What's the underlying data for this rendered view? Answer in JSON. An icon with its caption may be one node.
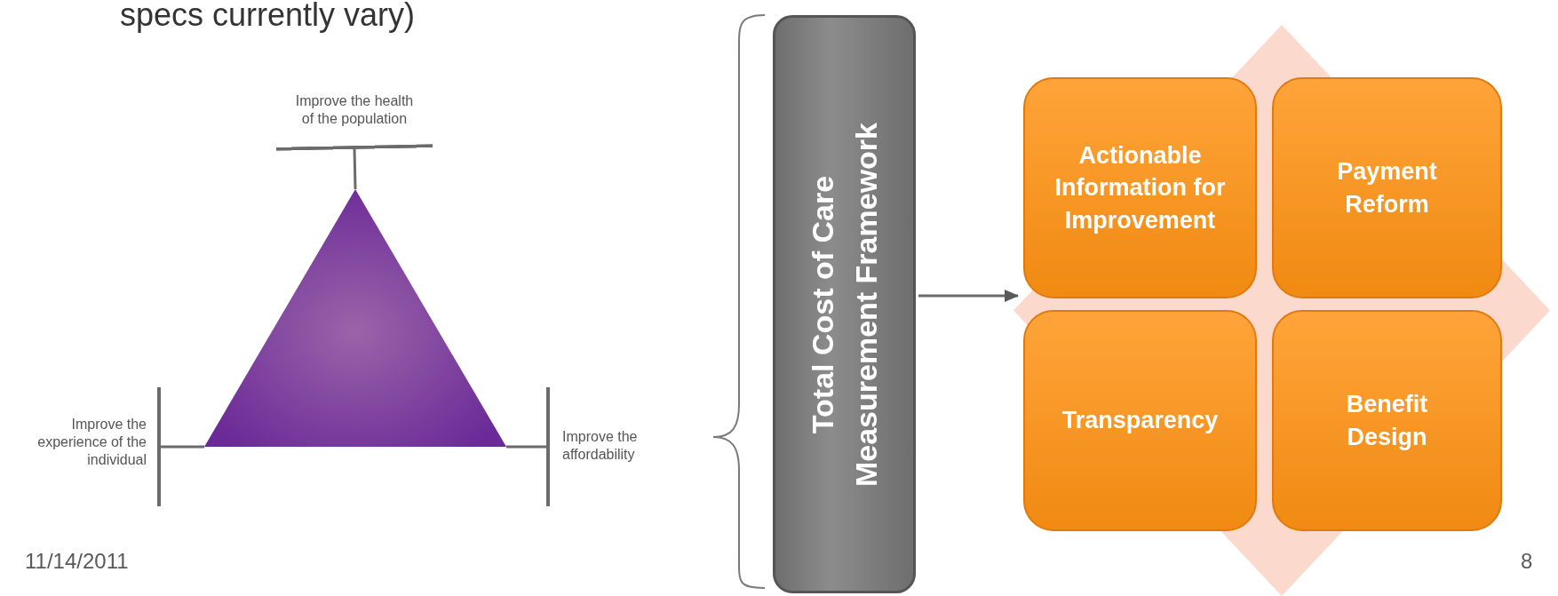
{
  "diagram": {
    "title": "specs currently vary)",
    "nodes": [
      {
        "text": [],
        "shape": "triangle"
      },
      {
        "text": [
          "Improve the health of the population"
        ]
      },
      {
        "text": [
          "Improve the experience of the individual"
        ]
      },
      {
        "text": [
          "Improve the affordability"
        ]
      },
      {
        "text": [
          "Total Cost of Care Measurement Framework"
        ]
      },
      {
        "text": [],
        "shape": "diamond"
      },
      {
        "text": [
          "Actionable Information for Improvement"
        ],
        "in": 5
      },
      {
        "text": [
          "Payment Reform"
        ],
        "in": 5
      },
      {
        "text": [
          "Transparency"
        ],
        "in": 5
      },
      {
        "text": [
          "Benefit Design"
        ],
        "in": 5
      }
    ],
    "edges": [
      {
        "from": 0,
        "to": 1,
        "arrow": "other"
      },
      {
        "from": 0,
        "to": 2,
        "arrow": "other"
      },
      {
        "from": 0,
        "to": 3,
        "arrow": "other"
      },
      {
        "from": 4,
        "to": 5,
        "arrow": "to"
      }
    ],
    "labels": [
      "11/14/2011",
      "8"
    ]
  }
}
